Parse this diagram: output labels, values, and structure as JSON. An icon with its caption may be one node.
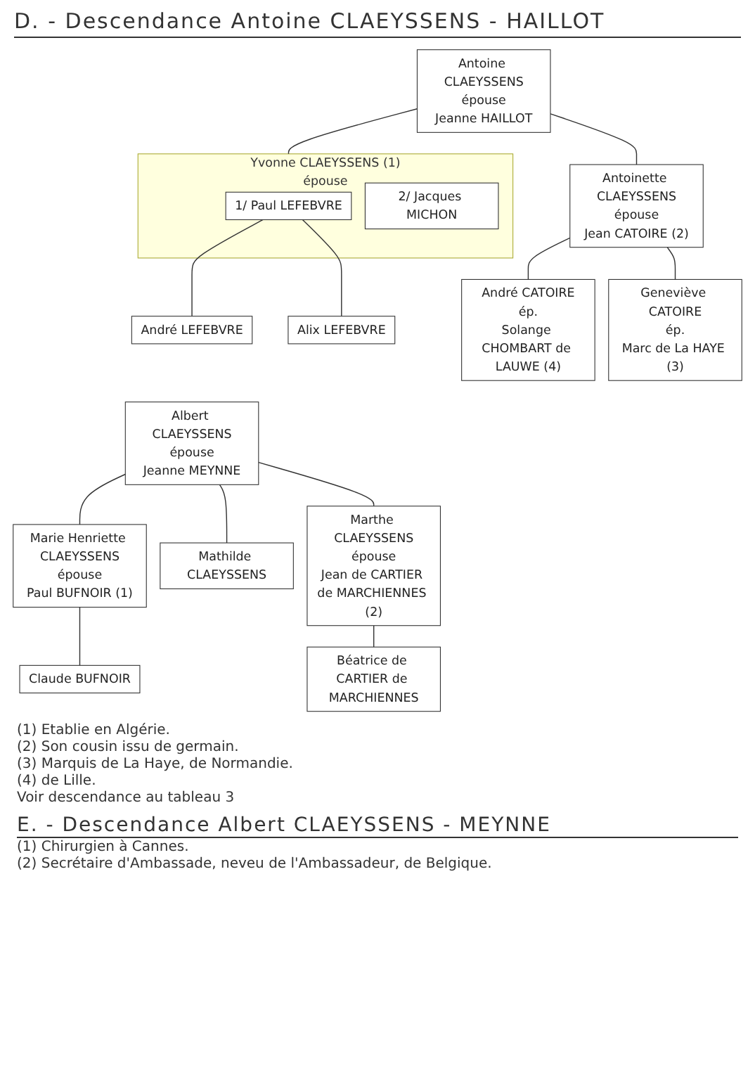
{
  "diagram": {
    "title": "D. - Descendance Antoine CLAEYSSENS - HAILLOT",
    "nodes": [
      {
        "text": [
          "Antoine CLAEYSSENS",
          "épouse",
          "Jeanne HAILLOT"
        ]
      },
      {
        "text": [
          "Yvonne CLAEYSSENS (1)",
          "épouse"
        ]
      },
      {
        "text": [
          "1/ Paul LEFEBVRE"
        ],
        "in": 1
      },
      {
        "text": [
          "2/ Jacques MICHON"
        ],
        "in": 1
      },
      {
        "text": [
          "Antoinette CLAEYSSENS",
          "épouse",
          "Jean CATOIRE (2)"
        ]
      },
      {
        "text": [
          "André LEFEBVRE"
        ]
      },
      {
        "text": [
          "Alix LEFEBVRE"
        ]
      },
      {
        "text": [
          "André CATOIRE",
          "ép.",
          "Solange CHOMBART de LAUWE (4)"
        ]
      },
      {
        "text": [
          "Geneviève CATOIRE",
          "ép.",
          "Marc de La HAYE (3)"
        ]
      },
      {
        "text": [
          "Albert CLAEYSSENS",
          "épouse",
          "Jeanne MEYNNE"
        ]
      },
      {
        "text": [
          "Marie Henriette CLAEYSSENS",
          "épouse",
          "Paul BUFNOIR (1)"
        ]
      },
      {
        "text": [
          "Mathilde CLAEYSSENS"
        ]
      },
      {
        "text": [
          "Marthe CLAEYSSENS",
          "épouse",
          "Jean de CARTIER de MARCHIENNES (2)"
        ]
      },
      {
        "text": [
          "Claude BUFNOIR"
        ]
      },
      {
        "text": [
          "Béatrice de CARTIER de MARCHIENNES"
        ]
      }
    ],
    "edges": [
      {
        "from": 0,
        "to": 1,
        "arrow": "none"
      },
      {
        "from": 0,
        "to": 4,
        "arrow": "none"
      },
      {
        "from": 2,
        "to": 5,
        "arrow": "none"
      },
      {
        "from": 2,
        "to": 6,
        "arrow": "none"
      },
      {
        "from": 4,
        "to": 7,
        "arrow": "none"
      },
      {
        "from": 4,
        "to": 8,
        "arrow": "none"
      },
      {
        "from": 9,
        "to": 10,
        "arrow": "none"
      },
      {
        "from": 9,
        "to": 11,
        "arrow": "none"
      },
      {
        "from": 9,
        "to": 12,
        "arrow": "none"
      },
      {
        "from": 10,
        "to": 13,
        "arrow": "none"
      },
      {
        "from": 12,
        "to": 14,
        "arrow": "none"
      }
    ],
    "labels": [
      "(1) Etablie en Algérie.",
      "(2) Son cousin issu de germain.",
      "(3) Marquis de La Haye, de Normandie.",
      "(4) de Lille.",
      "Voir descendance au tableau 3",
      "E. - Descendance Albert CLAEYSSENS - MEYNNE",
      "(1) Chirurgien à Cannes.",
      "(2) Secrétaire d'Ambassade, neveu de l'Ambassadeur, de Belgique."
    ]
  }
}
